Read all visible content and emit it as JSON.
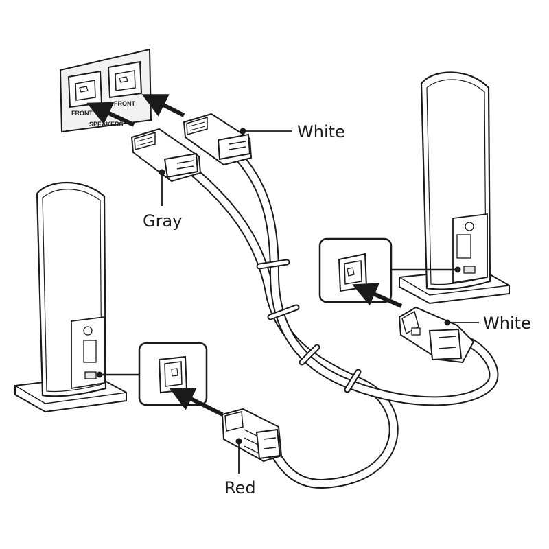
{
  "panel": {
    "jack_left": "FRONT",
    "jack_right": "FRONT",
    "caption": "SPEAKERS"
  },
  "labels": {
    "white_top": "White",
    "gray": "Gray",
    "white_right": "White",
    "red": "Red"
  },
  "colors": {
    "line": "#1a1a1a",
    "fill": "#ffffff",
    "shade": "#e6e6e6"
  }
}
